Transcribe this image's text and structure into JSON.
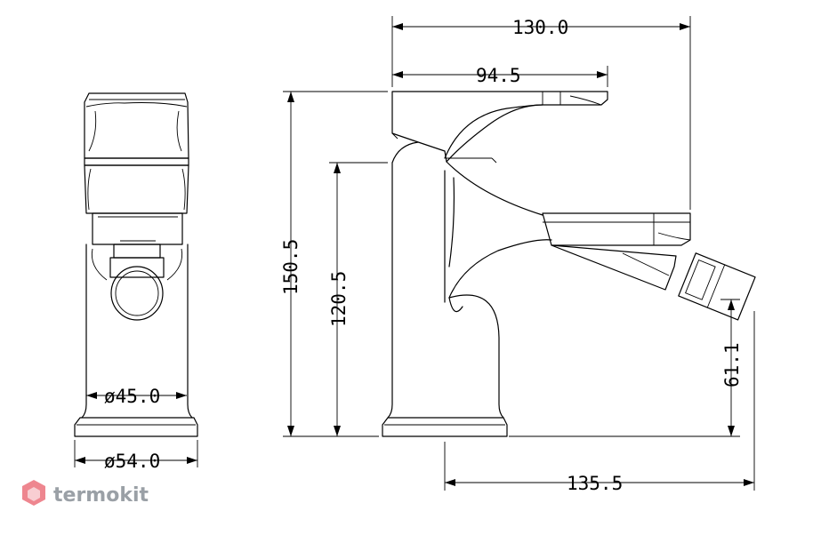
{
  "drawing": {
    "dimensions": {
      "total_length": "130.0",
      "spout_reach": "94.5",
      "total_height": "150.5",
      "body_height": "120.5",
      "nozzle_height": "61.1",
      "nozzle_reach": "135.5",
      "body_diameter": "ø45.0",
      "base_diameter": "ø54.0"
    }
  },
  "watermark": {
    "brand": "termokit",
    "logo_color": "#e85d6a",
    "text_color": "#9aa0a6"
  }
}
